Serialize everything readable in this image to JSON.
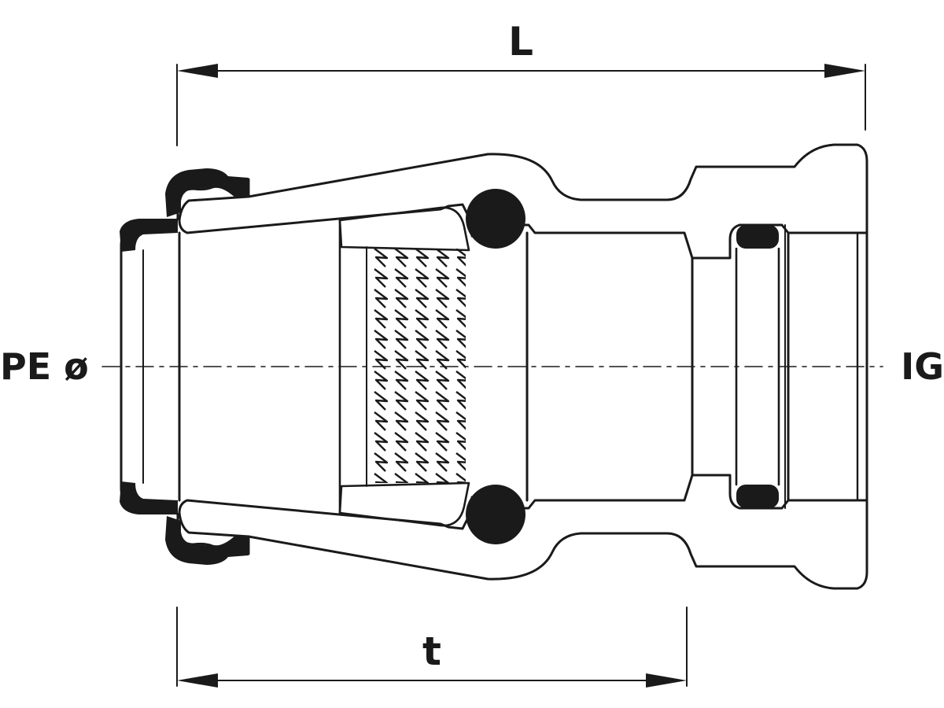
{
  "labels": {
    "length": "L",
    "insertion_depth": "t",
    "pe_side": "PE ø",
    "thread_side": "IG"
  },
  "colors": {
    "ink": "#1a1a1a",
    "paper": "#ffffff"
  }
}
